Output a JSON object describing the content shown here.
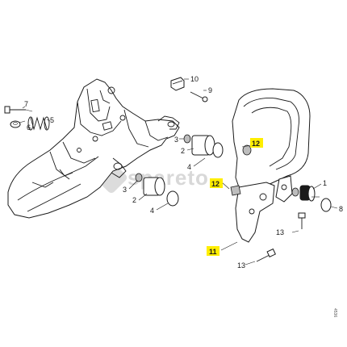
{
  "watermark": "spareto",
  "drawing_ref": "4536",
  "highlight_color": "#ffee00",
  "callouts": [
    {
      "id": "c7",
      "text": "7",
      "highlighted": false
    },
    {
      "id": "c6",
      "text": "6",
      "highlighted": false
    },
    {
      "id": "c5",
      "text": "5",
      "highlighted": false
    },
    {
      "id": "c10",
      "text": "10",
      "highlighted": false
    },
    {
      "id": "c9",
      "text": "9",
      "highlighted": false
    },
    {
      "id": "c12a",
      "text": "12",
      "highlighted": true
    },
    {
      "id": "c3a",
      "text": "3",
      "highlighted": false
    },
    {
      "id": "c2a",
      "text": "2",
      "highlighted": false
    },
    {
      "id": "c4a",
      "text": "4",
      "highlighted": false
    },
    {
      "id": "c12b",
      "text": "12",
      "highlighted": true
    },
    {
      "id": "c3b",
      "text": "3",
      "highlighted": false
    },
    {
      "id": "c2b",
      "text": "2",
      "highlighted": false
    },
    {
      "id": "c4b",
      "text": "4",
      "highlighted": false
    },
    {
      "id": "c1",
      "text": "1",
      "highlighted": false
    },
    {
      "id": "c8",
      "text": "8",
      "highlighted": false
    },
    {
      "id": "c11",
      "text": "11",
      "highlighted": true
    },
    {
      "id": "c13a",
      "text": "13",
      "highlighted": false
    },
    {
      "id": "c13b",
      "text": "13",
      "highlighted": false
    }
  ]
}
